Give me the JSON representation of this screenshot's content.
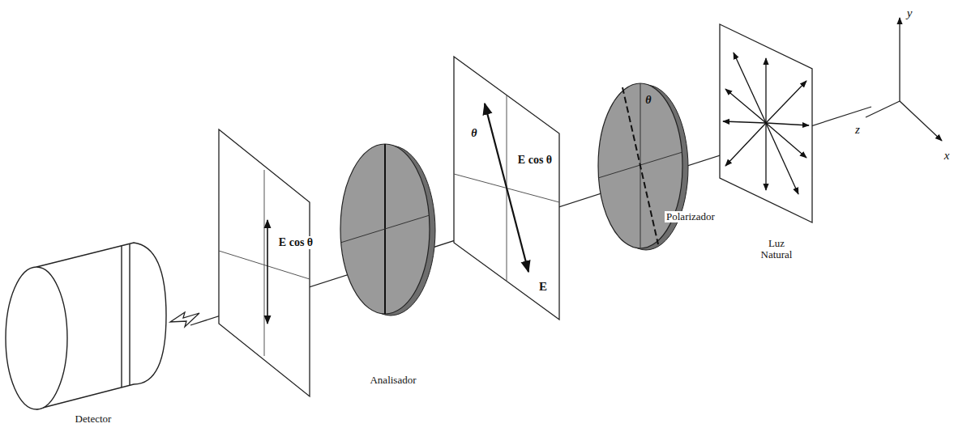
{
  "diagram": {
    "labels": [
      "y",
      "z",
      "x",
      "Luz Natural",
      "Polarizador",
      "θ",
      "θ",
      "E cos θ",
      "E",
      "Analisador",
      "E cos θ",
      "Detector"
    ]
  }
}
